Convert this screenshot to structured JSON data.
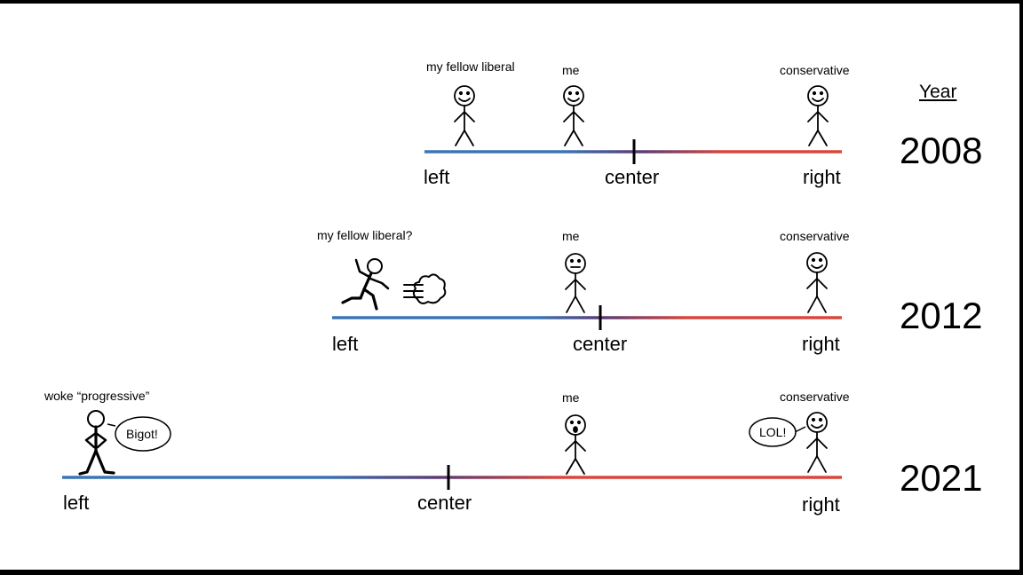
{
  "year_header": "Year",
  "rows": [
    {
      "year": "2008",
      "axis": {
        "left": "left",
        "center": "center",
        "right": "right"
      },
      "figures": {
        "fellow": "my fellow liberal",
        "me": "me",
        "conservative": "conservative"
      }
    },
    {
      "year": "2012",
      "axis": {
        "left": "left",
        "center": "center",
        "right": "right"
      },
      "figures": {
        "fellow": "my fellow liberal?",
        "me": "me",
        "conservative": "conservative"
      }
    },
    {
      "year": "2021",
      "axis": {
        "left": "left",
        "center": "center",
        "right": "right"
      },
      "figures": {
        "woke": "woke “progressive”",
        "me": "me",
        "conservative": "conservative"
      },
      "speech": {
        "woke": "Bigot!",
        "conservative": "LOL!"
      }
    }
  ],
  "colors": {
    "left": "#3b75b5",
    "middle": "#5a3d75",
    "right": "#d9473c"
  }
}
